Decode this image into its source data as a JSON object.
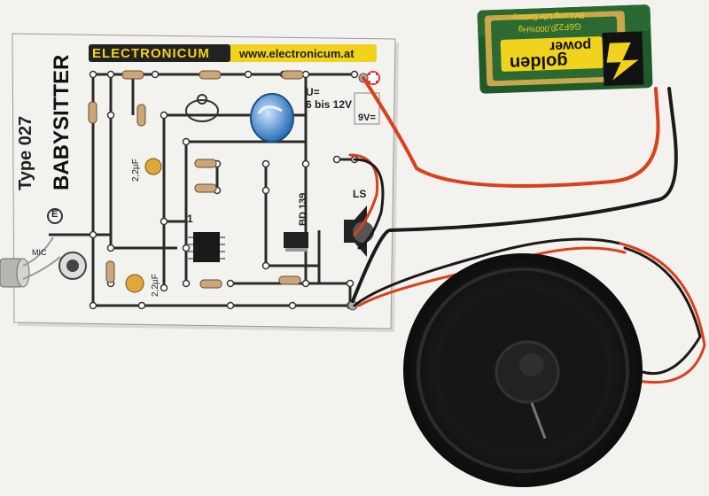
{
  "board": {
    "brand": "ELECTRONICUM",
    "url": "www.electronicum.at",
    "type_label": "Type  027",
    "product": "BABYSITTER",
    "voltage_line1": "U=",
    "voltage_line2": "6 bis 12V",
    "battery_label": "9V=",
    "speaker_label": "LS",
    "transistor_label": "BD 139",
    "cap1_label": "2,2µF",
    "cap2_label": "2,2µF",
    "ic_pin_label": "1",
    "mic_label": "MIC",
    "ground_label": "E"
  },
  "battery": {
    "brand_line1": "golden",
    "brand_line2": "power",
    "model": "G6F22",
    "spec": "9V Long Life Battery",
    "mercury": "0,000%Hg"
  },
  "colors": {
    "board_bg": "#f2f2ee",
    "brand_bar": "#f1d21c",
    "trace": "#2a2a2a",
    "battery_green": "#1f5a2a",
    "wire_red": "#d9401c",
    "wire_black": "#1a1a1a"
  }
}
